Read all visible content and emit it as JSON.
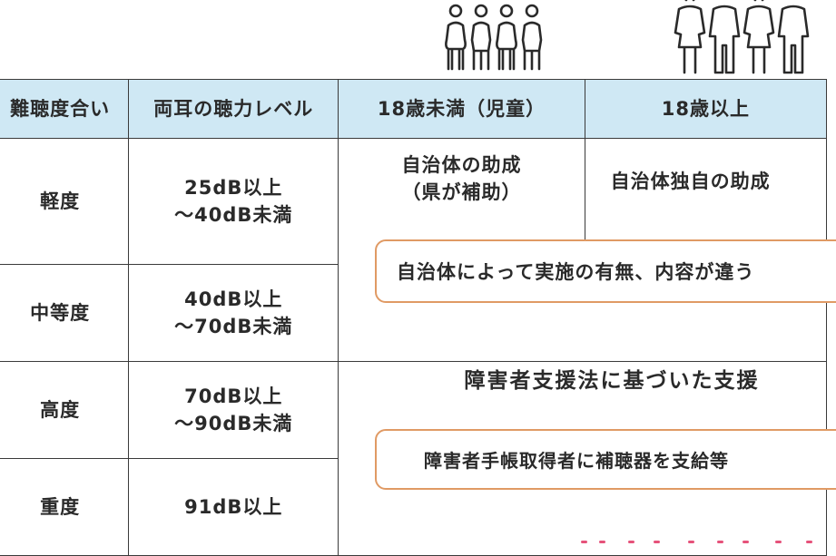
{
  "table": {
    "headers": [
      "難聴度合い",
      "両耳の聴力レベル",
      "18歳未満（児童）",
      "18歳以上"
    ],
    "rows": [
      {
        "degree": "軽度",
        "db_line1": "25dB以上",
        "db_line2": "～40dB未満"
      },
      {
        "degree": "中等度",
        "db_line1": "40dB以上",
        "db_line2": "～70dB未満"
      },
      {
        "degree": "高度",
        "db_line1": "70dB以上",
        "db_line2": "～90dB未満"
      },
      {
        "degree": "重度",
        "db_line1": "91dB以上",
        "db_line2": ""
      }
    ],
    "child_subsidy_line1": "自治体の助成",
    "child_subsidy_line2": "（県が補助）",
    "adult_subsidy": "自治体独自の助成"
  },
  "banners": {
    "municipal_note": "自治体によって実施の有無、内容が違う",
    "handbook_note": "障害者手帳取得者に補聴器を支給等"
  },
  "support_law": "障害者支援法に基づいた支援",
  "colors": {
    "header_bg": "#cfe8f4",
    "border": "#3a3a3a",
    "banner_border": "#e09a64",
    "accent_pink": "#e6527a"
  },
  "icons": {
    "children": "children-group-icon",
    "adults": "adults-group-icon"
  }
}
